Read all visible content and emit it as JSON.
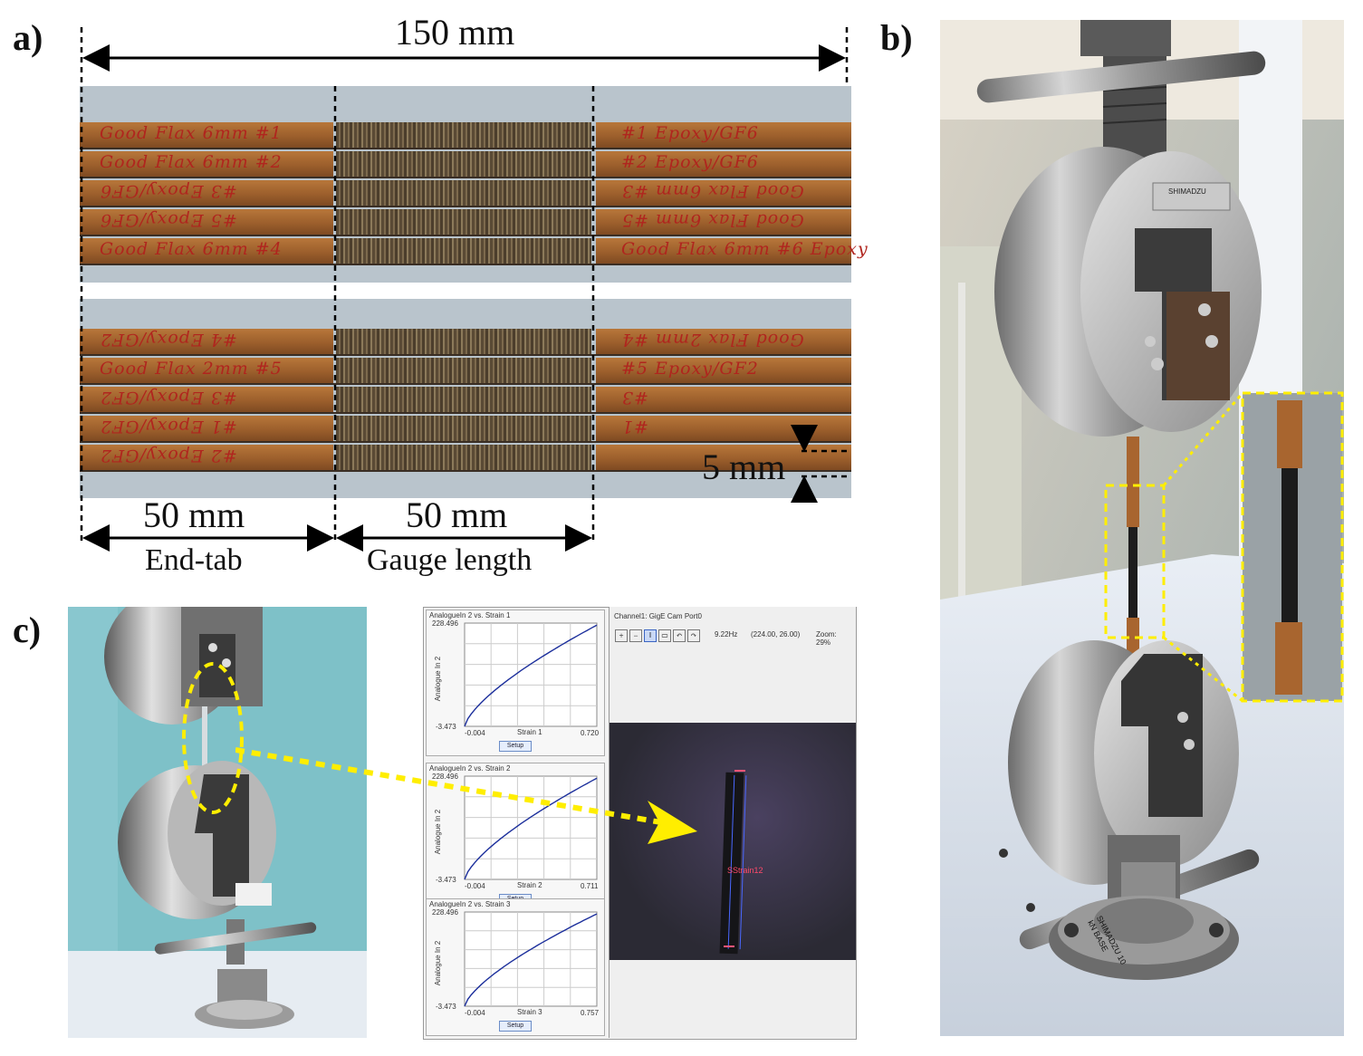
{
  "figure": {
    "panel_labels": {
      "a": "a)",
      "b": "b)",
      "c": "c)"
    },
    "panel_a": {
      "overall_length": "150 mm",
      "end_tab_length": "50 mm",
      "end_tab_caption": "End-tab",
      "gauge_length": "50 mm",
      "gauge_caption": "Gauge length",
      "width": "5 mm",
      "top_group_labels_left": [
        "Good Flax 6mm #1",
        "Good Flax 6mm #2",
        "#3 Epoxy/GF6",
        "#5 Epoxy/GF6",
        "Good Flax 6mm #4"
      ],
      "top_group_labels_right": [
        "#1 Epoxy/GF6",
        "#2 Epoxy/GF6",
        "Good Flax 6mm #3",
        "Good Flax 6mm #5",
        "Good Flax 6mm #6 Epoxy"
      ],
      "bottom_group_labels_left": [
        "#4 Epoxy/GF2",
        "Good Flax 2mm #5",
        "#3 Epoxy/GF2",
        "#1 Epoxy/GF2",
        "#2 Epoxy/GF2"
      ],
      "bottom_group_labels_right": [
        "Good Flax 2mm #4",
        "#5 Epoxy/GF2",
        "#3",
        "#1",
        ""
      ]
    },
    "panel_c_software": {
      "camera_title": "Channel1: GigE Cam Port0",
      "frame_rate": "9.22Hz",
      "cursor": "(224.00, 26.00)",
      "zoom": "Zoom: 29%",
      "marker_label": "SStrain12",
      "plots": [
        {
          "title": "AnalogueIn 2 vs. Strain 1",
          "ymax": "228.496",
          "ymin": "-3.473",
          "ylabel": "Analogue In 2",
          "xmin": "-0.004",
          "xlabel": "Strain 1",
          "xmax": "0.720",
          "button": "Setup"
        },
        {
          "title": "AnalogueIn 2 vs. Strain 2",
          "ymax": "228.496",
          "ymin": "-3.473",
          "ylabel": "Analogue In 2",
          "xmin": "-0.004",
          "xlabel": "Strain 2",
          "xmax": "0.711",
          "button": "Setup"
        },
        {
          "title": "AnalogueIn 2 vs. Strain 3",
          "ymax": "228.496",
          "ymin": "-3.473",
          "ylabel": "Analogue In 2",
          "xmin": "-0.004",
          "xlabel": "Strain 3",
          "xmax": "0.757",
          "button": "Setup"
        }
      ]
    },
    "panel_b": {
      "grip_plate_text": "SHIMADZU",
      "base_marking": "SHIMADZU 10 kN BASE"
    },
    "colors": {
      "annotation_yellow": "#ffee00",
      "ink_red": "#b0251e",
      "dimension_black": "#000000"
    }
  }
}
